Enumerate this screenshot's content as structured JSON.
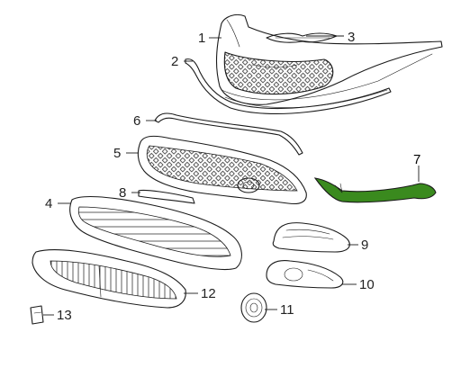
{
  "highlight_color": "#3a8a1e",
  "callouts": [
    {
      "id": "1",
      "label": "1"
    },
    {
      "id": "2",
      "label": "2"
    },
    {
      "id": "3",
      "label": "3"
    },
    {
      "id": "4",
      "label": "4"
    },
    {
      "id": "5",
      "label": "5"
    },
    {
      "id": "6",
      "label": "6"
    },
    {
      "id": "7",
      "label": "7"
    },
    {
      "id": "8",
      "label": "8"
    },
    {
      "id": "9",
      "label": "9"
    },
    {
      "id": "10",
      "label": "10"
    },
    {
      "id": "11",
      "label": "11"
    },
    {
      "id": "12",
      "label": "12"
    },
    {
      "id": "13",
      "label": "13"
    }
  ]
}
